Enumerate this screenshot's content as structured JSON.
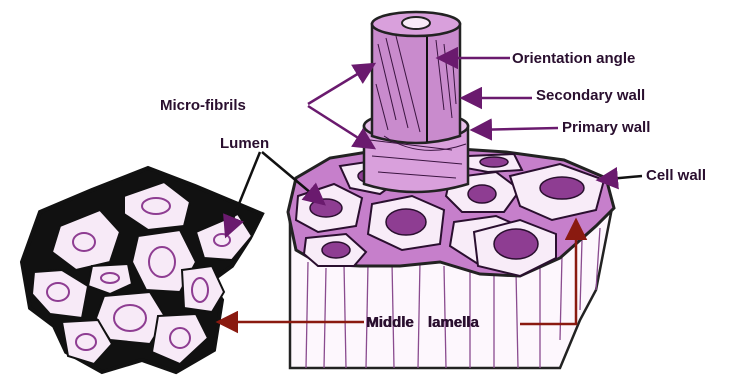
{
  "colors": {
    "outline": "#1a0a1e",
    "wall_fill": "#f6e6f6",
    "wall_purple": "#b46ab8",
    "lumen_dark": "#8e3d92",
    "lumen_light": "#e6bfe6",
    "label_text": "#2a0f2f",
    "pointer_purple": "#6a1a6e",
    "pointer_red": "#8a1a10"
  },
  "labels": {
    "orientation_angle": "Orientation angle",
    "micro_fibrils": "Micro-fibrils",
    "secondary_wall": "Secondary wall",
    "primary_wall": "Primary wall",
    "lumen": "Lumen",
    "cell_wall": "Cell wall",
    "middle_lamella": "Middle lamella"
  }
}
